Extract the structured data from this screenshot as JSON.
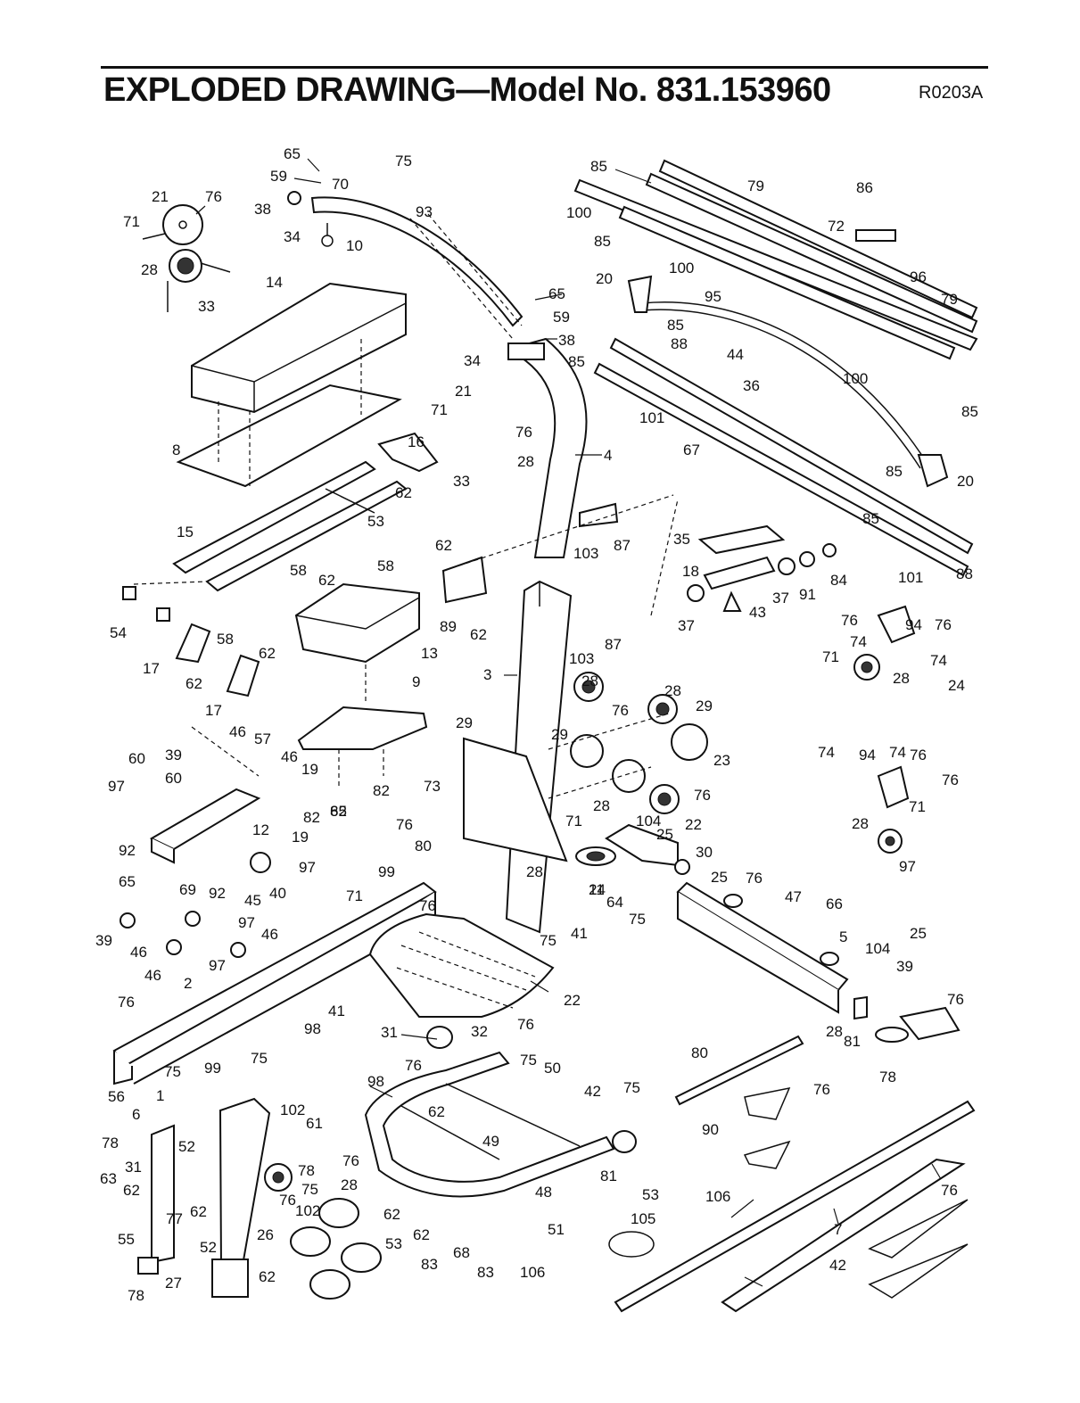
{
  "header": {
    "title": "EXPLODED DRAWING—Model No. 831.153960",
    "revision": "R0203A"
  },
  "labels": [
    {
      "id": "p65a",
      "text": "65"
    },
    {
      "id": "p59a",
      "text": "59"
    },
    {
      "id": "p70",
      "text": "70"
    },
    {
      "id": "p75a",
      "text": "75"
    },
    {
      "id": "p38a",
      "text": "38"
    },
    {
      "id": "p93",
      "text": "93"
    },
    {
      "id": "p34a",
      "text": "34"
    },
    {
      "id": "p10",
      "text": "10"
    },
    {
      "id": "p21a",
      "text": "21"
    },
    {
      "id": "p76a",
      "text": "76"
    },
    {
      "id": "p71a",
      "text": "71"
    },
    {
      "id": "p28a",
      "text": "28"
    },
    {
      "id": "p33a",
      "text": "33"
    },
    {
      "id": "p14",
      "text": "14"
    },
    {
      "id": "p8",
      "text": "8"
    },
    {
      "id": "p16",
      "text": "16"
    },
    {
      "id": "p62a",
      "text": "62"
    },
    {
      "id": "p15",
      "text": "15"
    },
    {
      "id": "p53a",
      "text": "53"
    },
    {
      "id": "p58a",
      "text": "58"
    },
    {
      "id": "p62b",
      "text": "62"
    },
    {
      "id": "p58b",
      "text": "58"
    },
    {
      "id": "p54",
      "text": "54"
    },
    {
      "id": "p58c",
      "text": "58"
    },
    {
      "id": "p62c",
      "text": "62"
    },
    {
      "id": "p17a",
      "text": "17"
    },
    {
      "id": "p62d",
      "text": "62"
    },
    {
      "id": "p17b",
      "text": "17"
    },
    {
      "id": "p13",
      "text": "13"
    },
    {
      "id": "p9",
      "text": "9"
    },
    {
      "id": "p82a",
      "text": "82"
    },
    {
      "id": "p82b",
      "text": "82"
    },
    {
      "id": "p65b",
      "text": "65"
    },
    {
      "id": "p59b",
      "text": "59"
    },
    {
      "id": "p38b",
      "text": "38"
    },
    {
      "id": "p34b",
      "text": "34"
    },
    {
      "id": "p21b",
      "text": "21"
    },
    {
      "id": "p71b",
      "text": "71"
    },
    {
      "id": "p76b",
      "text": "76"
    },
    {
      "id": "p28b",
      "text": "28"
    },
    {
      "id": "p33b",
      "text": "33"
    },
    {
      "id": "p4",
      "text": "4"
    },
    {
      "id": "p62e",
      "text": "62"
    },
    {
      "id": "p103a",
      "text": "103"
    },
    {
      "id": "p87a",
      "text": "87"
    },
    {
      "id": "p89",
      "text": "89"
    },
    {
      "id": "p62f",
      "text": "62"
    },
    {
      "id": "p103b",
      "text": "103"
    },
    {
      "id": "p87b",
      "text": "87"
    },
    {
      "id": "p3",
      "text": "3"
    },
    {
      "id": "p85a",
      "text": "85"
    },
    {
      "id": "p79a",
      "text": "79"
    },
    {
      "id": "p100a",
      "text": "100"
    },
    {
      "id": "p85b",
      "text": "85"
    },
    {
      "id": "p100b",
      "text": "100"
    },
    {
      "id": "p86",
      "text": "86"
    },
    {
      "id": "p72",
      "text": "72"
    },
    {
      "id": "p96",
      "text": "96"
    },
    {
      "id": "p79b",
      "text": "79"
    },
    {
      "id": "p95",
      "text": "95"
    },
    {
      "id": "p20a",
      "text": "20"
    },
    {
      "id": "p85c",
      "text": "85"
    },
    {
      "id": "p88a",
      "text": "88"
    },
    {
      "id": "p85d",
      "text": "85"
    },
    {
      "id": "p44",
      "text": "44"
    },
    {
      "id": "p100c",
      "text": "100"
    },
    {
      "id": "p85e",
      "text": "85"
    },
    {
      "id": "p36",
      "text": "36"
    },
    {
      "id": "p101a",
      "text": "101"
    },
    {
      "id": "p67",
      "text": "67"
    },
    {
      "id": "p85f",
      "text": "85"
    },
    {
      "id": "p20b",
      "text": "20"
    },
    {
      "id": "p85g",
      "text": "85"
    },
    {
      "id": "p101b",
      "text": "101"
    },
    {
      "id": "p88b",
      "text": "88"
    },
    {
      "id": "p35",
      "text": "35"
    },
    {
      "id": "p18",
      "text": "18"
    },
    {
      "id": "p37a",
      "text": "37"
    },
    {
      "id": "p91",
      "text": "91"
    },
    {
      "id": "p84",
      "text": "84"
    },
    {
      "id": "p37b",
      "text": "37"
    },
    {
      "id": "p43",
      "text": "43"
    },
    {
      "id": "p76c",
      "text": "76"
    },
    {
      "id": "p74a",
      "text": "74"
    },
    {
      "id": "p94a",
      "text": "94"
    },
    {
      "id": "p76d",
      "text": "76"
    },
    {
      "id": "p71c",
      "text": "71"
    },
    {
      "id": "p74b",
      "text": "74"
    },
    {
      "id": "p24a",
      "text": "24"
    },
    {
      "id": "p28c",
      "text": "28"
    },
    {
      "id": "p28d",
      "text": "28"
    },
    {
      "id": "p28e",
      "text": "28"
    },
    {
      "id": "p76e",
      "text": "76"
    },
    {
      "id": "p76f",
      "text": "76"
    },
    {
      "id": "p29a",
      "text": "29"
    },
    {
      "id": "p29b",
      "text": "29"
    },
    {
      "id": "p23",
      "text": "23"
    },
    {
      "id": "p29c",
      "text": "29"
    },
    {
      "id": "p28f",
      "text": "28"
    },
    {
      "id": "p24b",
      "text": "24"
    },
    {
      "id": "p74c",
      "text": "74"
    },
    {
      "id": "p94b",
      "text": "94"
    },
    {
      "id": "p74d",
      "text": "74"
    },
    {
      "id": "p76g",
      "text": "76"
    },
    {
      "id": "p76h",
      "text": "76"
    },
    {
      "id": "p71d",
      "text": "71"
    },
    {
      "id": "p28g",
      "text": "28"
    },
    {
      "id": "p97a",
      "text": "97"
    },
    {
      "id": "p46a",
      "text": "46"
    },
    {
      "id": "p57",
      "text": "57"
    },
    {
      "id": "p60a",
      "text": "60"
    },
    {
      "id": "p39a",
      "text": "39"
    },
    {
      "id": "p46b",
      "text": "46"
    },
    {
      "id": "p19a",
      "text": "19"
    },
    {
      "id": "p60b",
      "text": "60"
    },
    {
      "id": "p97b",
      "text": "97"
    },
    {
      "id": "p82c",
      "text": "82"
    },
    {
      "id": "p65c",
      "text": "65"
    },
    {
      "id": "p19b",
      "text": "19"
    },
    {
      "id": "p12",
      "text": "12"
    },
    {
      "id": "p92a",
      "text": "92"
    },
    {
      "id": "p97c",
      "text": "97"
    },
    {
      "id": "p65d",
      "text": "65"
    },
    {
      "id": "p69",
      "text": "69"
    },
    {
      "id": "p92b",
      "text": "92"
    },
    {
      "id": "p45",
      "text": "45"
    },
    {
      "id": "p40",
      "text": "40"
    },
    {
      "id": "p73",
      "text": "73"
    },
    {
      "id": "p76i",
      "text": "76"
    },
    {
      "id": "p80a",
      "text": "80"
    },
    {
      "id": "p71e",
      "text": "71"
    },
    {
      "id": "p104a",
      "text": "104"
    },
    {
      "id": "p22a",
      "text": "22"
    },
    {
      "id": "p25a",
      "text": "25"
    },
    {
      "id": "p30",
      "text": "30"
    },
    {
      "id": "p99a",
      "text": "99"
    },
    {
      "id": "p76j",
      "text": "76"
    },
    {
      "id": "p28h",
      "text": "28"
    },
    {
      "id": "p11",
      "text": "11"
    },
    {
      "id": "p25b",
      "text": "25"
    },
    {
      "id": "p76k",
      "text": "76"
    },
    {
      "id": "p64",
      "text": "64"
    },
    {
      "id": "p41a",
      "text": "41"
    },
    {
      "id": "p75b",
      "text": "75"
    },
    {
      "id": "p47",
      "text": "47"
    },
    {
      "id": "p66",
      "text": "66"
    },
    {
      "id": "p75c",
      "text": "75"
    },
    {
      "id": "p5",
      "text": "5"
    },
    {
      "id": "p71f",
      "text": "71"
    },
    {
      "id": "p25c",
      "text": "25"
    },
    {
      "id": "p104b",
      "text": "104"
    },
    {
      "id": "p39b",
      "text": "39"
    },
    {
      "id": "p97d",
      "text": "97"
    },
    {
      "id": "p46c",
      "text": "46"
    },
    {
      "id": "p39c",
      "text": "39"
    },
    {
      "id": "p46d",
      "text": "46"
    },
    {
      "id": "p46e",
      "text": "46"
    },
    {
      "id": "p97e",
      "text": "97"
    },
    {
      "id": "p2",
      "text": "2"
    },
    {
      "id": "p22b",
      "text": "22"
    },
    {
      "id": "p76l",
      "text": "76"
    },
    {
      "id": "p76m",
      "text": "76"
    },
    {
      "id": "p41b",
      "text": "41"
    },
    {
      "id": "p28i",
      "text": "28"
    },
    {
      "id": "p81a",
      "text": "81"
    },
    {
      "id": "p31a",
      "text": "31"
    },
    {
      "id": "p32",
      "text": "32"
    },
    {
      "id": "p98a",
      "text": "98"
    },
    {
      "id": "p76n",
      "text": "76"
    },
    {
      "id": "p75d",
      "text": "75"
    },
    {
      "id": "p75e",
      "text": "75"
    },
    {
      "id": "p76o",
      "text": "76"
    },
    {
      "id": "p50",
      "text": "50"
    },
    {
      "id": "p80b",
      "text": "80"
    },
    {
      "id": "p76p",
      "text": "76"
    },
    {
      "id": "p78a",
      "text": "78"
    },
    {
      "id": "p99b",
      "text": "99"
    },
    {
      "id": "p75f",
      "text": "75"
    },
    {
      "id": "p56",
      "text": "56"
    },
    {
      "id": "p1",
      "text": "1"
    },
    {
      "id": "p98b",
      "text": "98"
    },
    {
      "id": "p75g",
      "text": "75"
    },
    {
      "id": "p42a",
      "text": "42"
    },
    {
      "id": "p6",
      "text": "6"
    },
    {
      "id": "p102a",
      "text": "102"
    },
    {
      "id": "p62g",
      "text": "62"
    },
    {
      "id": "p49",
      "text": "49"
    },
    {
      "id": "p90",
      "text": "90"
    },
    {
      "id": "p78b",
      "text": "78"
    },
    {
      "id": "p61",
      "text": "61"
    },
    {
      "id": "p52a",
      "text": "52"
    },
    {
      "id": "p31b",
      "text": "31"
    },
    {
      "id": "p81b",
      "text": "81"
    },
    {
      "id": "p53b",
      "text": "53"
    },
    {
      "id": "p76q",
      "text": "76"
    },
    {
      "id": "p78c",
      "text": "78"
    },
    {
      "id": "p63",
      "text": "63"
    },
    {
      "id": "p62h",
      "text": "62"
    },
    {
      "id": "p28j",
      "text": "28"
    },
    {
      "id": "p75h",
      "text": "75"
    },
    {
      "id": "p76r",
      "text": "76"
    },
    {
      "id": "p102b",
      "text": "102"
    },
    {
      "id": "p48",
      "text": "48"
    },
    {
      "id": "p106a",
      "text": "106"
    },
    {
      "id": "p76s",
      "text": "76"
    },
    {
      "id": "p77",
      "text": "77"
    },
    {
      "id": "p62i",
      "text": "62"
    },
    {
      "id": "p62j",
      "text": "62"
    },
    {
      "id": "p51",
      "text": "51"
    },
    {
      "id": "p105",
      "text": "105"
    },
    {
      "id": "p7",
      "text": "7"
    },
    {
      "id": "p55",
      "text": "55"
    },
    {
      "id": "p52b",
      "text": "52"
    },
    {
      "id": "p26",
      "text": "26"
    },
    {
      "id": "p53c",
      "text": "53"
    },
    {
      "id": "p62k",
      "text": "62"
    },
    {
      "id": "p83a",
      "text": "83"
    },
    {
      "id": "p68",
      "text": "68"
    },
    {
      "id": "p42b",
      "text": "42"
    },
    {
      "id": "p78d",
      "text": "78"
    },
    {
      "id": "p27",
      "text": "27"
    },
    {
      "id": "p62l",
      "text": "62"
    },
    {
      "id": "p83b",
      "text": "83"
    },
    {
      "id": "p106b",
      "text": "106"
    }
  ]
}
